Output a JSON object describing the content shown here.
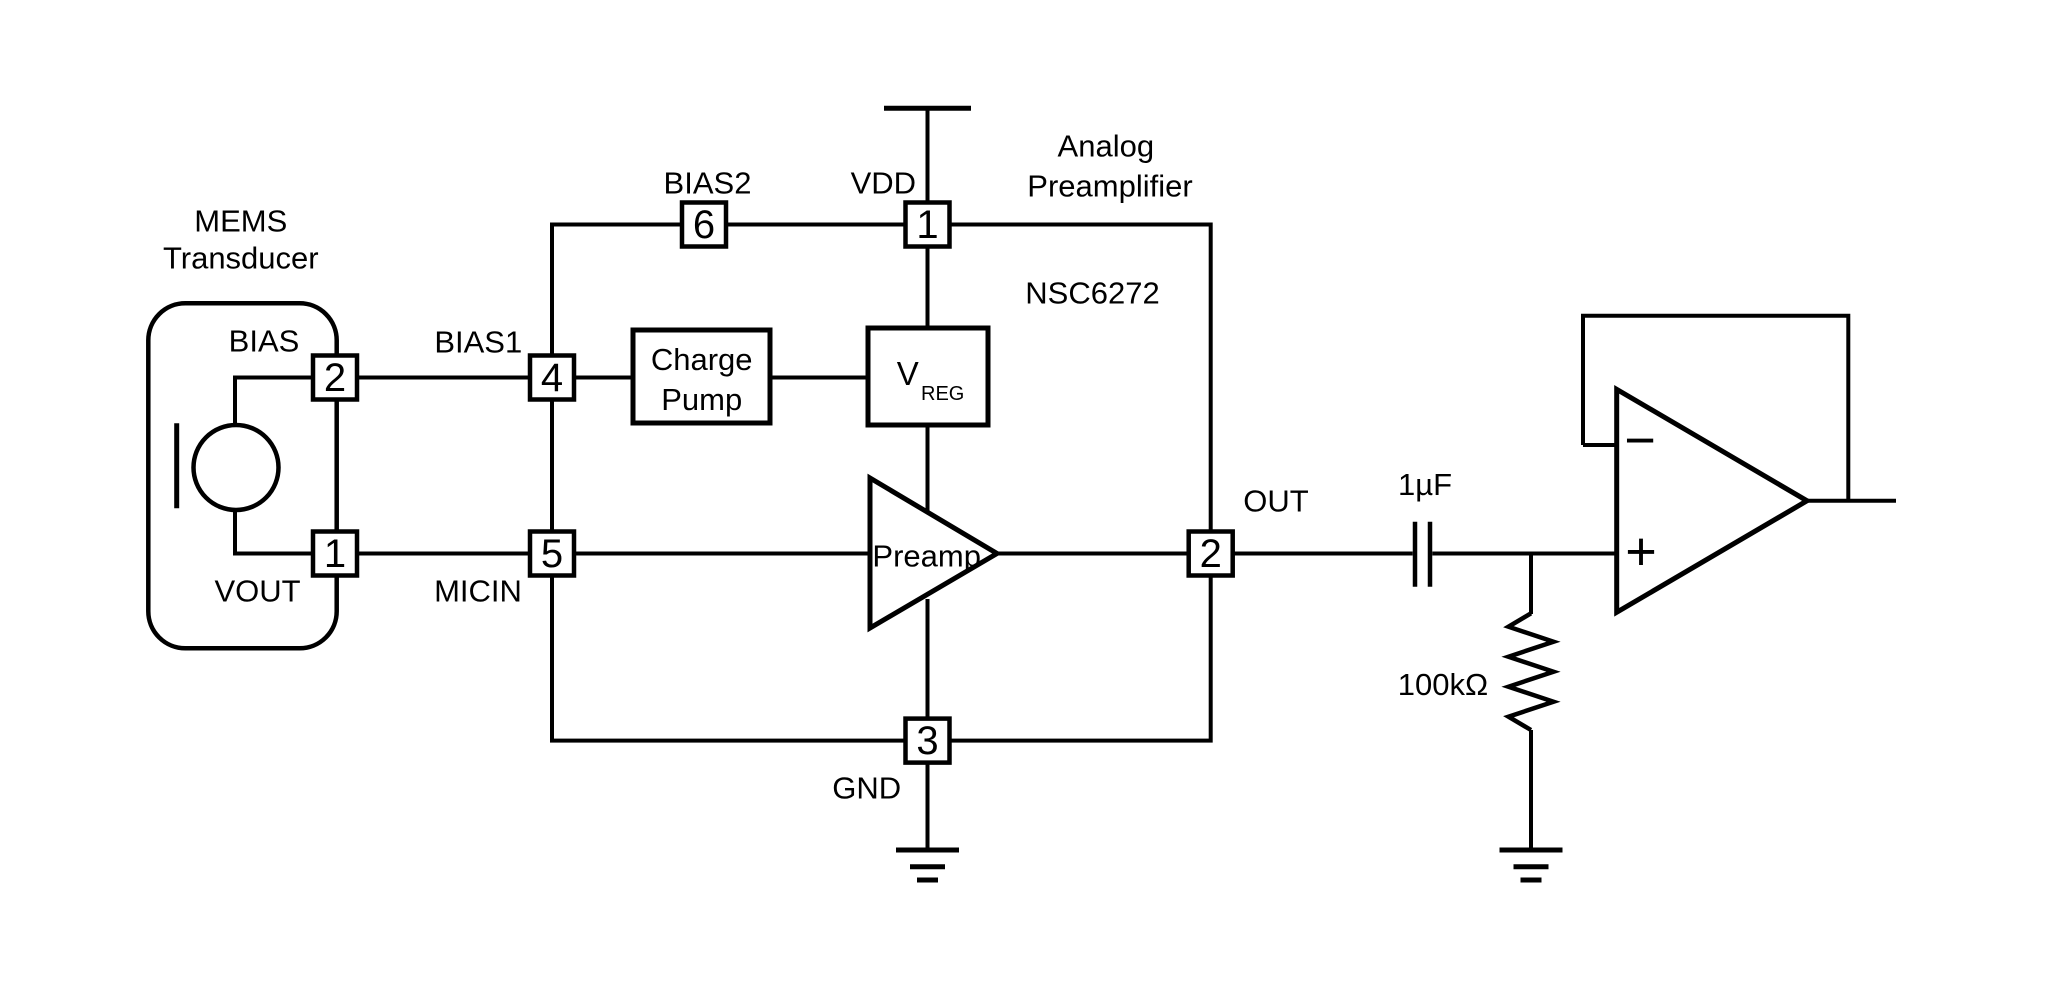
{
  "labels": {
    "mems_line1": "MEMS",
    "mems_line2": "Transducer",
    "bias": "BIAS",
    "vout": "VOUT",
    "bias1": "BIAS1",
    "micin": "MICIN",
    "bias2": "BIAS2",
    "vdd": "VDD",
    "analog_line1": "Analog",
    "analog_line2": "Preamplifier",
    "part_number": "NSC6272",
    "charge_line1": "Charge",
    "charge_line2": "Pump",
    "vreg_main": "V",
    "vreg_sub": "REG",
    "preamp": "Preamp",
    "out": "OUT",
    "gnd": "GND",
    "cap_value": "1µF",
    "res_value": "100kΩ",
    "opamp_minus": "−",
    "opamp_plus": "+"
  },
  "pins": {
    "mems_bias": "2",
    "mems_vout": "1",
    "bias1": "4",
    "micin": "5",
    "bias2": "6",
    "vdd": "1",
    "out": "2",
    "gnd": "3"
  },
  "colors": {
    "line": "#000000",
    "background": "#ffffff"
  }
}
